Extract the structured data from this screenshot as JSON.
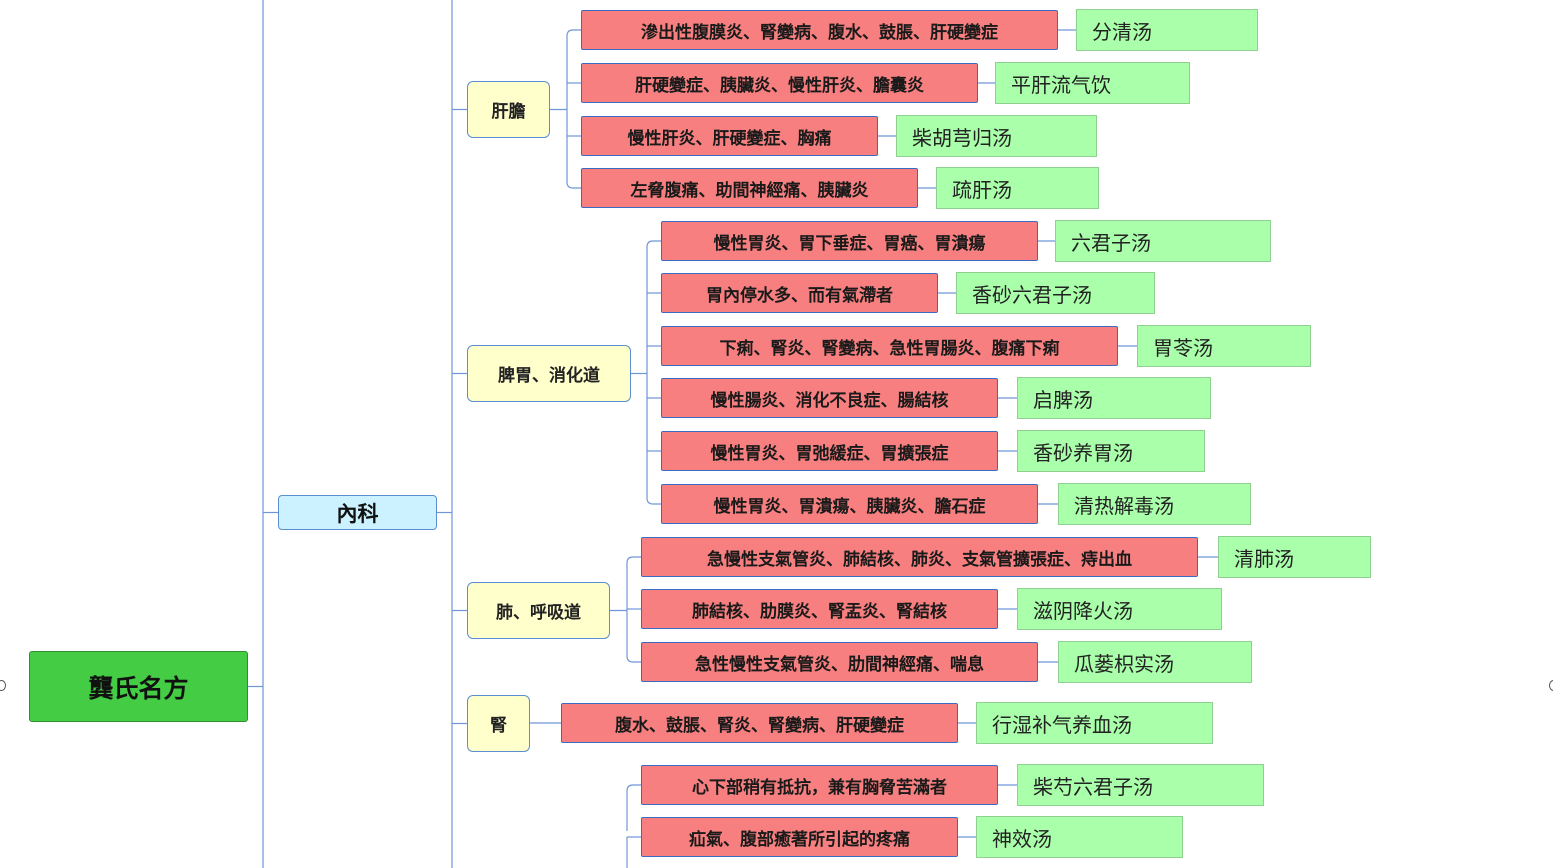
{
  "root": {
    "label": "龔氏名方"
  },
  "branch": {
    "label": "內科"
  },
  "categories": [
    {
      "label": "肝膽",
      "items": [
        {
          "disease": "滲出性腹膜炎、腎變病、腹水、鼓脹、肝硬變症",
          "formula": "分清汤"
        },
        {
          "disease": "肝硬變症、胰臟炎、慢性肝炎、膽囊炎",
          "formula": "平肝流气饮"
        },
        {
          "disease": "慢性肝炎、肝硬變症、胸痛",
          "formula": "柴胡芎归汤"
        },
        {
          "disease": "左脅腹痛、助間神經痛、胰臟炎",
          "formula": "疏肝汤"
        }
      ]
    },
    {
      "label": "脾胃、消化道",
      "items": [
        {
          "disease": "慢性胃炎、胃下垂症、胃癌、胃潰瘍",
          "formula": "六君子汤"
        },
        {
          "disease": "胃內停水多、而有氣滯者",
          "formula": "香砂六君子汤"
        },
        {
          "disease": "下痢、腎炎、腎變病、急性胃腸炎、腹痛下痢",
          "formula": "胃苓汤"
        },
        {
          "disease": "慢性腸炎、消化不良症、腸結核",
          "formula": "启脾汤"
        },
        {
          "disease": "慢性胃炎、胃弛緩症、胃擴張症",
          "formula": "香砂养胃汤"
        },
        {
          "disease": "慢性胃炎、胃潰瘍、胰臟炎、膽石症",
          "formula": "清热解毒汤"
        }
      ]
    },
    {
      "label": "肺、呼吸道",
      "items": [
        {
          "disease": "急慢性支氣管炎、肺結核、肺炎、支氣管擴張症、痔出血",
          "formula": "清肺汤"
        },
        {
          "disease": "肺結核、肋膜炎、腎盂炎、腎結核",
          "formula": "滋阴降火汤"
        },
        {
          "disease": "急性慢性支氣管炎、肋間神經痛、喘息",
          "formula": "瓜蒌枳实汤"
        }
      ]
    },
    {
      "label": "腎",
      "items": [
        {
          "disease": "腹水、鼓脹、腎炎、腎變病、肝硬變症",
          "formula": "行湿补气养血汤"
        }
      ]
    },
    {
      "label": "",
      "items": [
        {
          "disease": "心下部稍有抵抗，兼有胸脅苦滿者",
          "formula": "柴芍六君子汤"
        },
        {
          "disease": "疝氣、腹部癒著所引起的疼痛",
          "formula": "神效汤"
        }
      ]
    }
  ]
}
